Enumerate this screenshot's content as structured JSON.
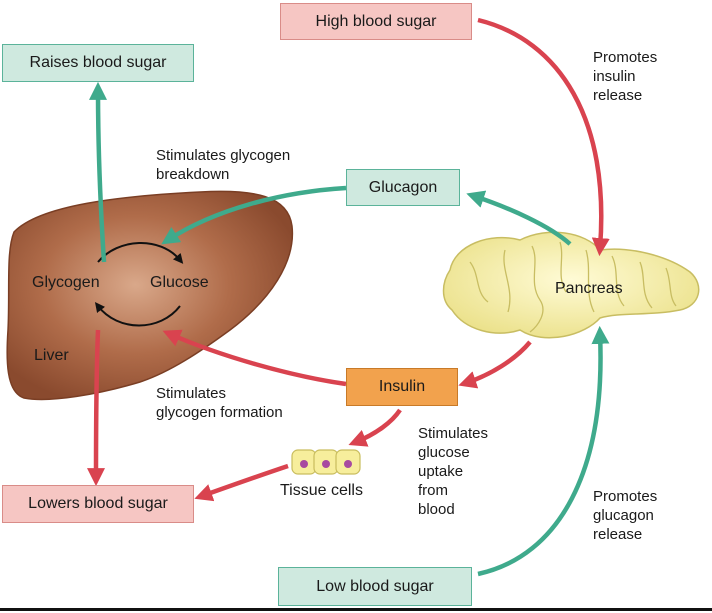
{
  "boxes": {
    "high_blood_sugar": "High blood sugar",
    "raises_blood_sugar": "Raises blood sugar",
    "glucagon": "Glucagon",
    "insulin": "Insulin",
    "lowers_blood_sugar": "Lowers blood sugar",
    "low_blood_sugar": "Low blood sugar"
  },
  "organs": {
    "liver": "Liver",
    "glycogen": "Glycogen",
    "glucose": "Glucose",
    "pancreas": "Pancreas",
    "tissue_cells": "Tissue cells"
  },
  "annotations": {
    "promotes_insulin": "Promotes\ninsulin\nrelease",
    "stimulates_breakdown": "Stimulates glycogen\nbreakdown",
    "stimulates_formation": "Stimulates\nglycogen formation",
    "stimulates_uptake": "Stimulates\nglucose\nuptake\nfrom\nblood",
    "promotes_glucagon": "Promotes\nglucagon\nrelease"
  },
  "colors": {
    "red_arrow": "#d9434f",
    "green_arrow": "#3faa8c",
    "liver": "#9c5a3c",
    "pancreas": "#f3eba0"
  }
}
